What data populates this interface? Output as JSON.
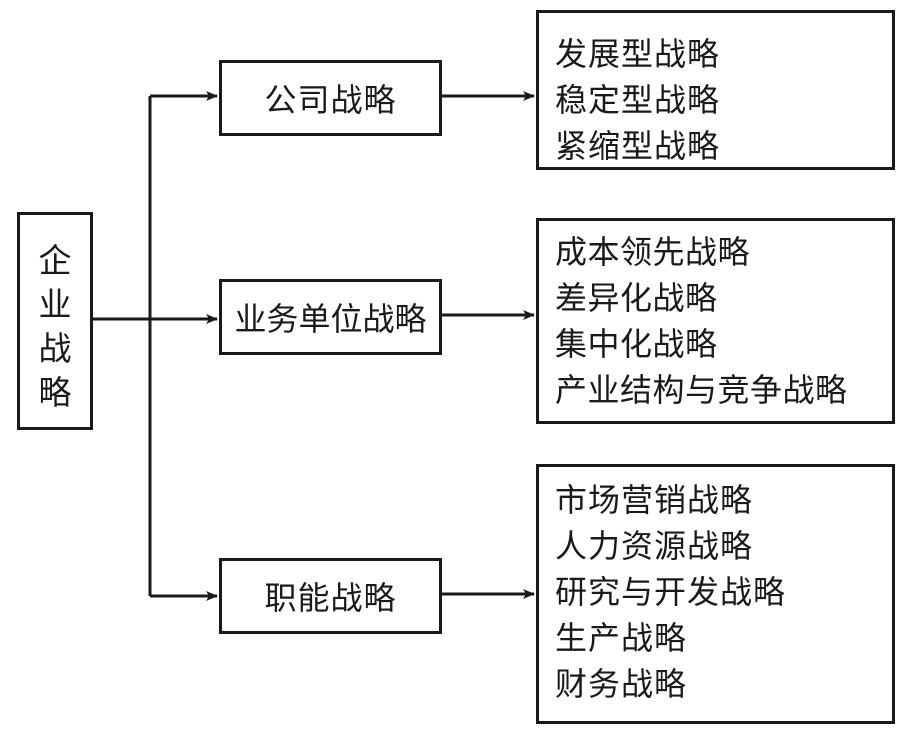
{
  "root": {
    "chars": [
      "企",
      "业",
      "战",
      "略"
    ]
  },
  "level1": [
    {
      "label": "公司战略",
      "items": [
        "发展型战略",
        "稳定型战略",
        "紧缩型战略"
      ]
    },
    {
      "label": "业务单位战略",
      "items": [
        "成本领先战略",
        "差异化战略",
        "集中化战略",
        "产业结构与竞争战略"
      ]
    },
    {
      "label": "职能战略",
      "items": [
        "市场营销战略",
        "人力资源战略",
        "研究与开发战略",
        "生产战略",
        "财务战略"
      ]
    }
  ],
  "colors": {
    "line": "#1a1a1a",
    "background": "#ffffff"
  }
}
